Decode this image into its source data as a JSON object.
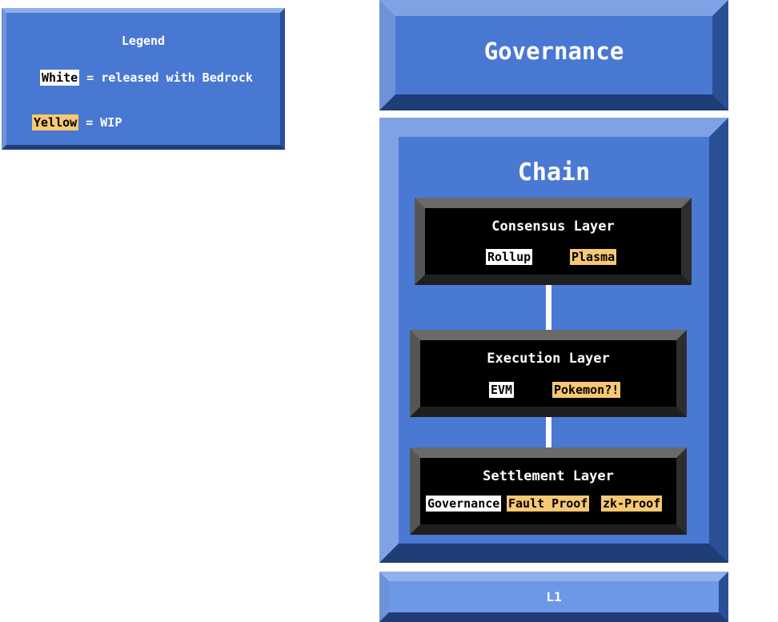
{
  "legend": {
    "title": "Legend",
    "white_sample": "White",
    "white_desc": " = released with Bedrock",
    "yellow_sample": "Yellow",
    "yellow_desc": " = WIP"
  },
  "colors": {
    "released": "#ffffff",
    "wip": "#f7c873",
    "panel_blue": "#4978d3",
    "layer_black": "#000000"
  },
  "governance": {
    "title": "Governance"
  },
  "chain": {
    "title": "Chain",
    "layers": [
      {
        "title": "Consensus Layer",
        "items": [
          {
            "label": "Rollup",
            "status": "released"
          },
          {
            "label": "Plasma",
            "status": "wip"
          }
        ]
      },
      {
        "title": "Execution Layer",
        "items": [
          {
            "label": "EVM",
            "status": "released"
          },
          {
            "label": "Pokemon?!",
            "status": "wip"
          }
        ]
      },
      {
        "title": "Settlement Layer",
        "items": [
          {
            "label": "Governance",
            "status": "released"
          },
          {
            "label": "Fault Proof",
            "status": "wip"
          },
          {
            "label": "zk-Proof",
            "status": "wip"
          }
        ]
      }
    ]
  },
  "l1": {
    "label": "L1"
  }
}
